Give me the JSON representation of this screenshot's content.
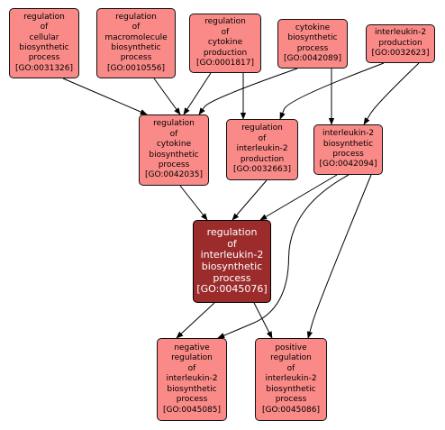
{
  "nodes": [
    {
      "id": "n1",
      "lines": [
        "regulation",
        "of",
        "cellular",
        "biosynthetic",
        "process",
        "[GO:0031326]"
      ]
    },
    {
      "id": "n2",
      "lines": [
        "regulation",
        "of",
        "macromolecule",
        "biosynthetic",
        "process",
        "[GO:0010556]"
      ]
    },
    {
      "id": "n3",
      "lines": [
        "regulation",
        "of",
        "cytokine",
        "production",
        "[GO:0001817]"
      ]
    },
    {
      "id": "n4",
      "lines": [
        "cytokine",
        "biosynthetic",
        "process",
        "[GO:0042089]"
      ]
    },
    {
      "id": "n5",
      "lines": [
        "interleukin-2",
        "production",
        "[GO:0032623]"
      ]
    },
    {
      "id": "n6",
      "lines": [
        "regulation",
        "of",
        "cytokine",
        "biosynthetic",
        "process",
        "[GO:0042035]"
      ]
    },
    {
      "id": "n7",
      "lines": [
        "regulation",
        "of",
        "interleukin-2",
        "production",
        "[GO:0032663]"
      ]
    },
    {
      "id": "n8",
      "lines": [
        "interleukin-2",
        "biosynthetic",
        "process",
        "[GO:0042094]"
      ]
    },
    {
      "id": "n9",
      "lines": [
        "regulation",
        "of",
        "interleukin-2",
        "biosynthetic",
        "process",
        "[GO:0045076]"
      ]
    },
    {
      "id": "n10",
      "lines": [
        "negative",
        "regulation",
        "of",
        "interleukin-2",
        "biosynthetic",
        "process",
        "[GO:0045085]"
      ]
    },
    {
      "id": "n11",
      "lines": [
        "positive",
        "regulation",
        "of",
        "interleukin-2",
        "biosynthetic",
        "process",
        "[GO:0045086]"
      ]
    }
  ],
  "edges": [
    {
      "from": "n1",
      "to": "n6"
    },
    {
      "from": "n2",
      "to": "n6"
    },
    {
      "from": "n3",
      "to": "n6"
    },
    {
      "from": "n3",
      "to": "n7"
    },
    {
      "from": "n4",
      "to": "n6"
    },
    {
      "from": "n4",
      "to": "n8"
    },
    {
      "from": "n5",
      "to": "n7"
    },
    {
      "from": "n5",
      "to": "n8"
    },
    {
      "from": "n6",
      "to": "n9"
    },
    {
      "from": "n7",
      "to": "n9"
    },
    {
      "from": "n8",
      "to": "n9"
    },
    {
      "from": "n8",
      "to": "n10"
    },
    {
      "from": "n8",
      "to": "n11"
    },
    {
      "from": "n9",
      "to": "n10"
    },
    {
      "from": "n9",
      "to": "n11"
    }
  ],
  "colors": {
    "node_fill": "#fa8a87",
    "focus_fill": "#9c2b2b",
    "focus_text": "#ffffff",
    "edge": "#000000"
  }
}
